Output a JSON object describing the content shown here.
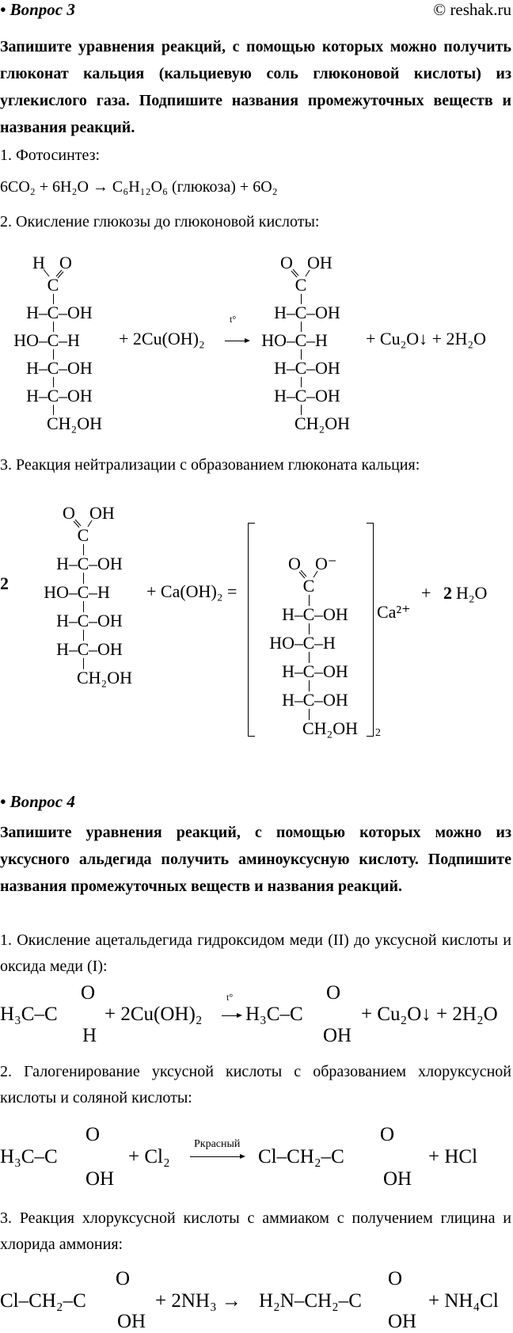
{
  "q3": {
    "title": "• Вопрос 3",
    "watermark": "© reshak.ru",
    "question": "Запишите уравнения реакций, с помощью которых можно получить глюконат кальция (кальциевую соль глюконовой кислоты) из углекислого газа. Подпишите названия промежуточных веществ и названия реакций.",
    "step1": "1. Фотосинтез:",
    "eq1": "6CO₂ + 6H₂O → C₆H₁₂O₆ (глюкоза) + 6O₂",
    "step2": "2. Окисление глюкозы до глюконовой кислоты:",
    "glucose": {
      "top_left": "H",
      "top_right": "O",
      "center": "C",
      "rows": [
        [
          "H–",
          "–OH"
        ],
        [
          "HO–",
          "–H"
        ],
        [
          "H–",
          "–OH"
        ],
        [
          "H–",
          "–OH"
        ]
      ],
      "bottom": "CH₂OH"
    },
    "reagent2": "+ 2Cu(OH)₂",
    "arrow_label": "t°",
    "gluconic": {
      "top_left": "O",
      "top_right": "OH",
      "center": "C",
      "rows": [
        [
          "H–",
          "–OH"
        ],
        [
          "HO–",
          "–H"
        ],
        [
          "H–",
          "–OH"
        ],
        [
          "H–",
          "–OH"
        ]
      ],
      "bottom": "CH₂OH"
    },
    "products2": "+ Cu₂O↓ + 2H₂O",
    "step3": "3. Реакция нейтрализации с образованием глюконата кальция:",
    "coef": "2",
    "gluconic2": {
      "top_left": "O",
      "top_right": "OH",
      "center": "C",
      "rows": [
        [
          "H–",
          "–OH"
        ],
        [
          "HO–",
          "–H"
        ],
        [
          "H–",
          "–OH"
        ],
        [
          "H–",
          "–OH"
        ]
      ],
      "bottom": "CH₂OH"
    },
    "reagent3": "+ Ca(OH)₂ =",
    "gluconate": {
      "top_left": "O",
      "top_right": "O⁻",
      "center": "C",
      "rows": [
        [
          "H–",
          "–OH"
        ],
        [
          "HO–",
          "–H"
        ],
        [
          "H–",
          "–OH"
        ],
        [
          "H–",
          "–OH"
        ]
      ],
      "bottom": "CH₂OH"
    },
    "bracket_sub": "2",
    "cation": "Ca²⁺",
    "plus": "+",
    "water_coef": "2",
    "water": "H₂O"
  },
  "q4": {
    "title": "• Вопрос 4",
    "question": "Запишите уравнения реакций, с помощью которых можно из уксусного альдегида получить аминоуксусную кислоту. Подпишите названия промежуточных веществ и названия реакций.",
    "step1": "1. Окисление ацетальдегида гидроксидом меди (II) до уксусной кислоты и оксида меди (I):",
    "eq1": {
      "r1": "H₃C–C",
      "r1_top": "O",
      "r1_bottom": "H",
      "r2": "+ 2Cu(OH)₂",
      "arrow_label": "t°",
      "p1": "H₃C–C",
      "p1_top": "O",
      "p1_bottom": "OH",
      "p2": "+ Cu₂O↓ + 2H₂O"
    },
    "step2": "2. Галогенирование уксусной кислоты с образованием хлоруксусной кислоты и соляной кислоты:",
    "eq2": {
      "r1": "H₃C–C",
      "r1_top": "O",
      "r1_bottom": "OH",
      "r2": "+ Cl₂",
      "arrow_label": "Pкрасный",
      "p1": "Cl–CH₂–C",
      "p1_top": "O",
      "p1_bottom": "OH",
      "p2": "+ HCl"
    },
    "step3": "3. Реакция хлоруксусной кислоты с аммиаком с получением глицина и хлорида аммония:",
    "eq3": {
      "r1": "Cl–CH₂–C",
      "r1_top": "O",
      "r1_bottom": "OH",
      "r2": "+ 2NH₃ →",
      "p1": "H₂N–CH₂–C",
      "p1_top": "O",
      "p1_bottom": "OH",
      "p2": "+ NH₄Cl"
    }
  }
}
